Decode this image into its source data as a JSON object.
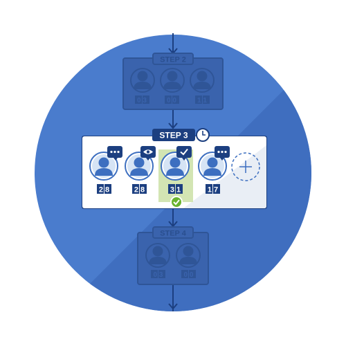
{
  "colors": {
    "circle_light": "#4a7ccd",
    "circle_dark": "#3e6cbd",
    "panel_faded": "#3a63ad",
    "panel_faded_border": "#2f5597",
    "navy": "#1c3f80",
    "card_bg": "#ffffff",
    "card_bg_right": "#eef1f6",
    "avatar_blue": "#3d6fc0",
    "avatar_ring": "#cfe0f4",
    "selected_bg": "#c8dfa0",
    "check_green": "#6ab42f",
    "plus_gray": "#9aa9c2"
  },
  "steps": {
    "step2": {
      "label": "STEP 2",
      "counters": [
        "0 3",
        "0 0",
        "1 1"
      ]
    },
    "step3": {
      "label": "STEP 3",
      "counters": [
        "2 8",
        "2 8",
        "3 1",
        "1 7"
      ],
      "badges": [
        "chat-bubble-icon",
        "eye-icon",
        "checkmark-icon",
        "chat-bubble-icon"
      ],
      "selected_index": 2
    },
    "step4": {
      "label": "STEP 4",
      "counters": [
        "0 3",
        "0 0"
      ]
    }
  }
}
